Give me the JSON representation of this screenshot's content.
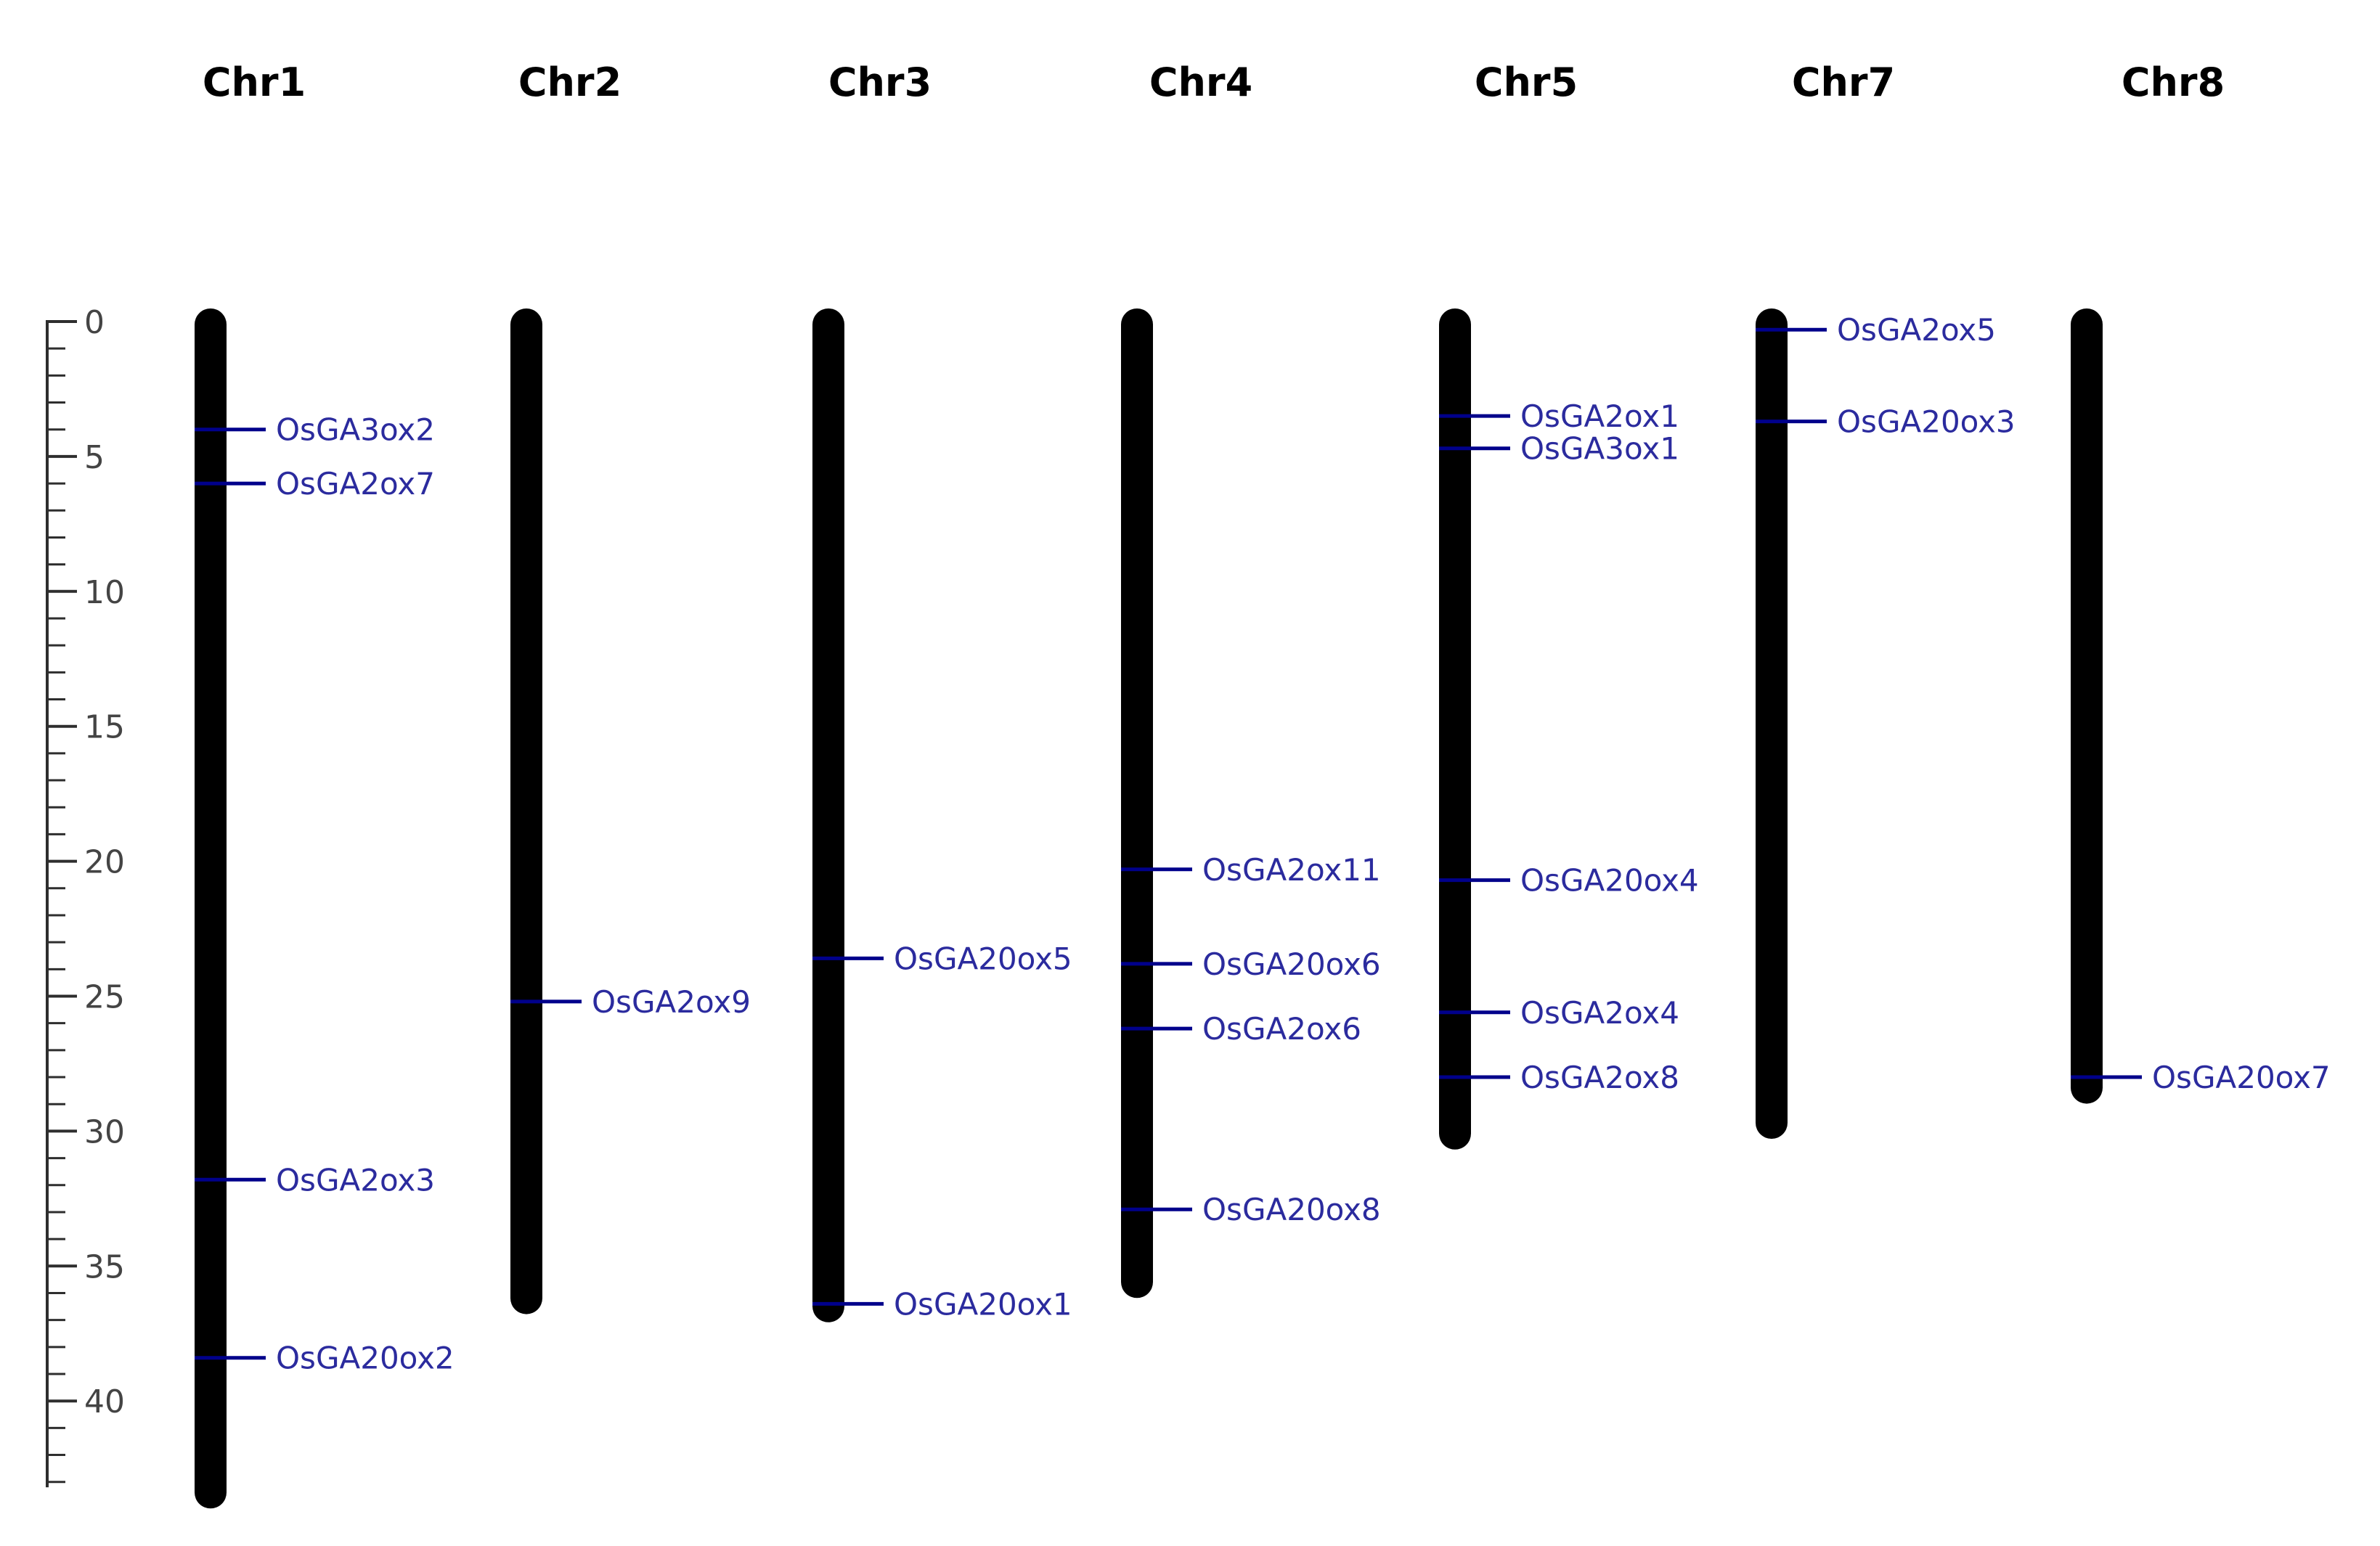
{
  "figure": {
    "background_color": "#ffffff",
    "axis": {
      "orientation": "vertical",
      "major_ticks": [
        0,
        5,
        10,
        15,
        20,
        25,
        30,
        35,
        40
      ],
      "major_tick_labels": [
        "0",
        "5",
        "10",
        "15",
        "20",
        "25",
        "30",
        "35",
        "40"
      ],
      "minor_tick_step": 1,
      "minor_tick_max": 43,
      "line_color": "#2e2e2e",
      "tick_label_color": "#444444"
    },
    "colors": {
      "chromosome_bar": "#000000",
      "gene_marker_line": "#00008b",
      "gene_label_text": "#2b2b9e",
      "chromosome_title": "#000000"
    },
    "chromosomes": [
      {
        "name": "Chr1",
        "length_mb": 43.5,
        "genes": [
          {
            "label": "OsGA3ox2",
            "position_mb": 4.0
          },
          {
            "label": "OsGA2ox7",
            "position_mb": 6.0
          },
          {
            "label": "OsGA2ox3",
            "position_mb": 31.8
          },
          {
            "label": "OsGA20ox2",
            "position_mb": 38.4
          }
        ]
      },
      {
        "name": "Chr2",
        "length_mb": 36.3,
        "genes": [
          {
            "label": "OsGA2ox9",
            "position_mb": 25.2
          }
        ]
      },
      {
        "name": "Chr3",
        "length_mb": 36.6,
        "genes": [
          {
            "label": "OsGA20ox5",
            "position_mb": 23.6
          },
          {
            "label": "OsGA20ox1",
            "position_mb": 36.4
          }
        ]
      },
      {
        "name": "Chr4",
        "length_mb": 35.7,
        "genes": [
          {
            "label": "OsGA2ox11",
            "position_mb": 20.3
          },
          {
            "label": "OsGA20ox6",
            "position_mb": 23.8
          },
          {
            "label": "OsGA2ox6",
            "position_mb": 26.2
          },
          {
            "label": "OsGA20ox8",
            "position_mb": 32.9
          }
        ]
      },
      {
        "name": "Chr5",
        "length_mb": 30.2,
        "genes": [
          {
            "label": "OsGA2ox1",
            "position_mb": 3.5
          },
          {
            "label": "OsGA3ox1",
            "position_mb": 4.7
          },
          {
            "label": "OsGA20ox4",
            "position_mb": 20.7
          },
          {
            "label": "OsGA2ox4",
            "position_mb": 25.6
          },
          {
            "label": "OsGA2ox8",
            "position_mb": 28.0
          }
        ]
      },
      {
        "name": "Chr7",
        "length_mb": 29.8,
        "genes": [
          {
            "label": "OsGA2ox5",
            "position_mb": 0.3
          },
          {
            "label": "OsGA20ox3",
            "position_mb": 3.7
          }
        ]
      },
      {
        "name": "Chr8",
        "length_mb": 28.5,
        "genes": [
          {
            "label": "OsGA20ox7",
            "position_mb": 28.0
          }
        ]
      }
    ]
  }
}
